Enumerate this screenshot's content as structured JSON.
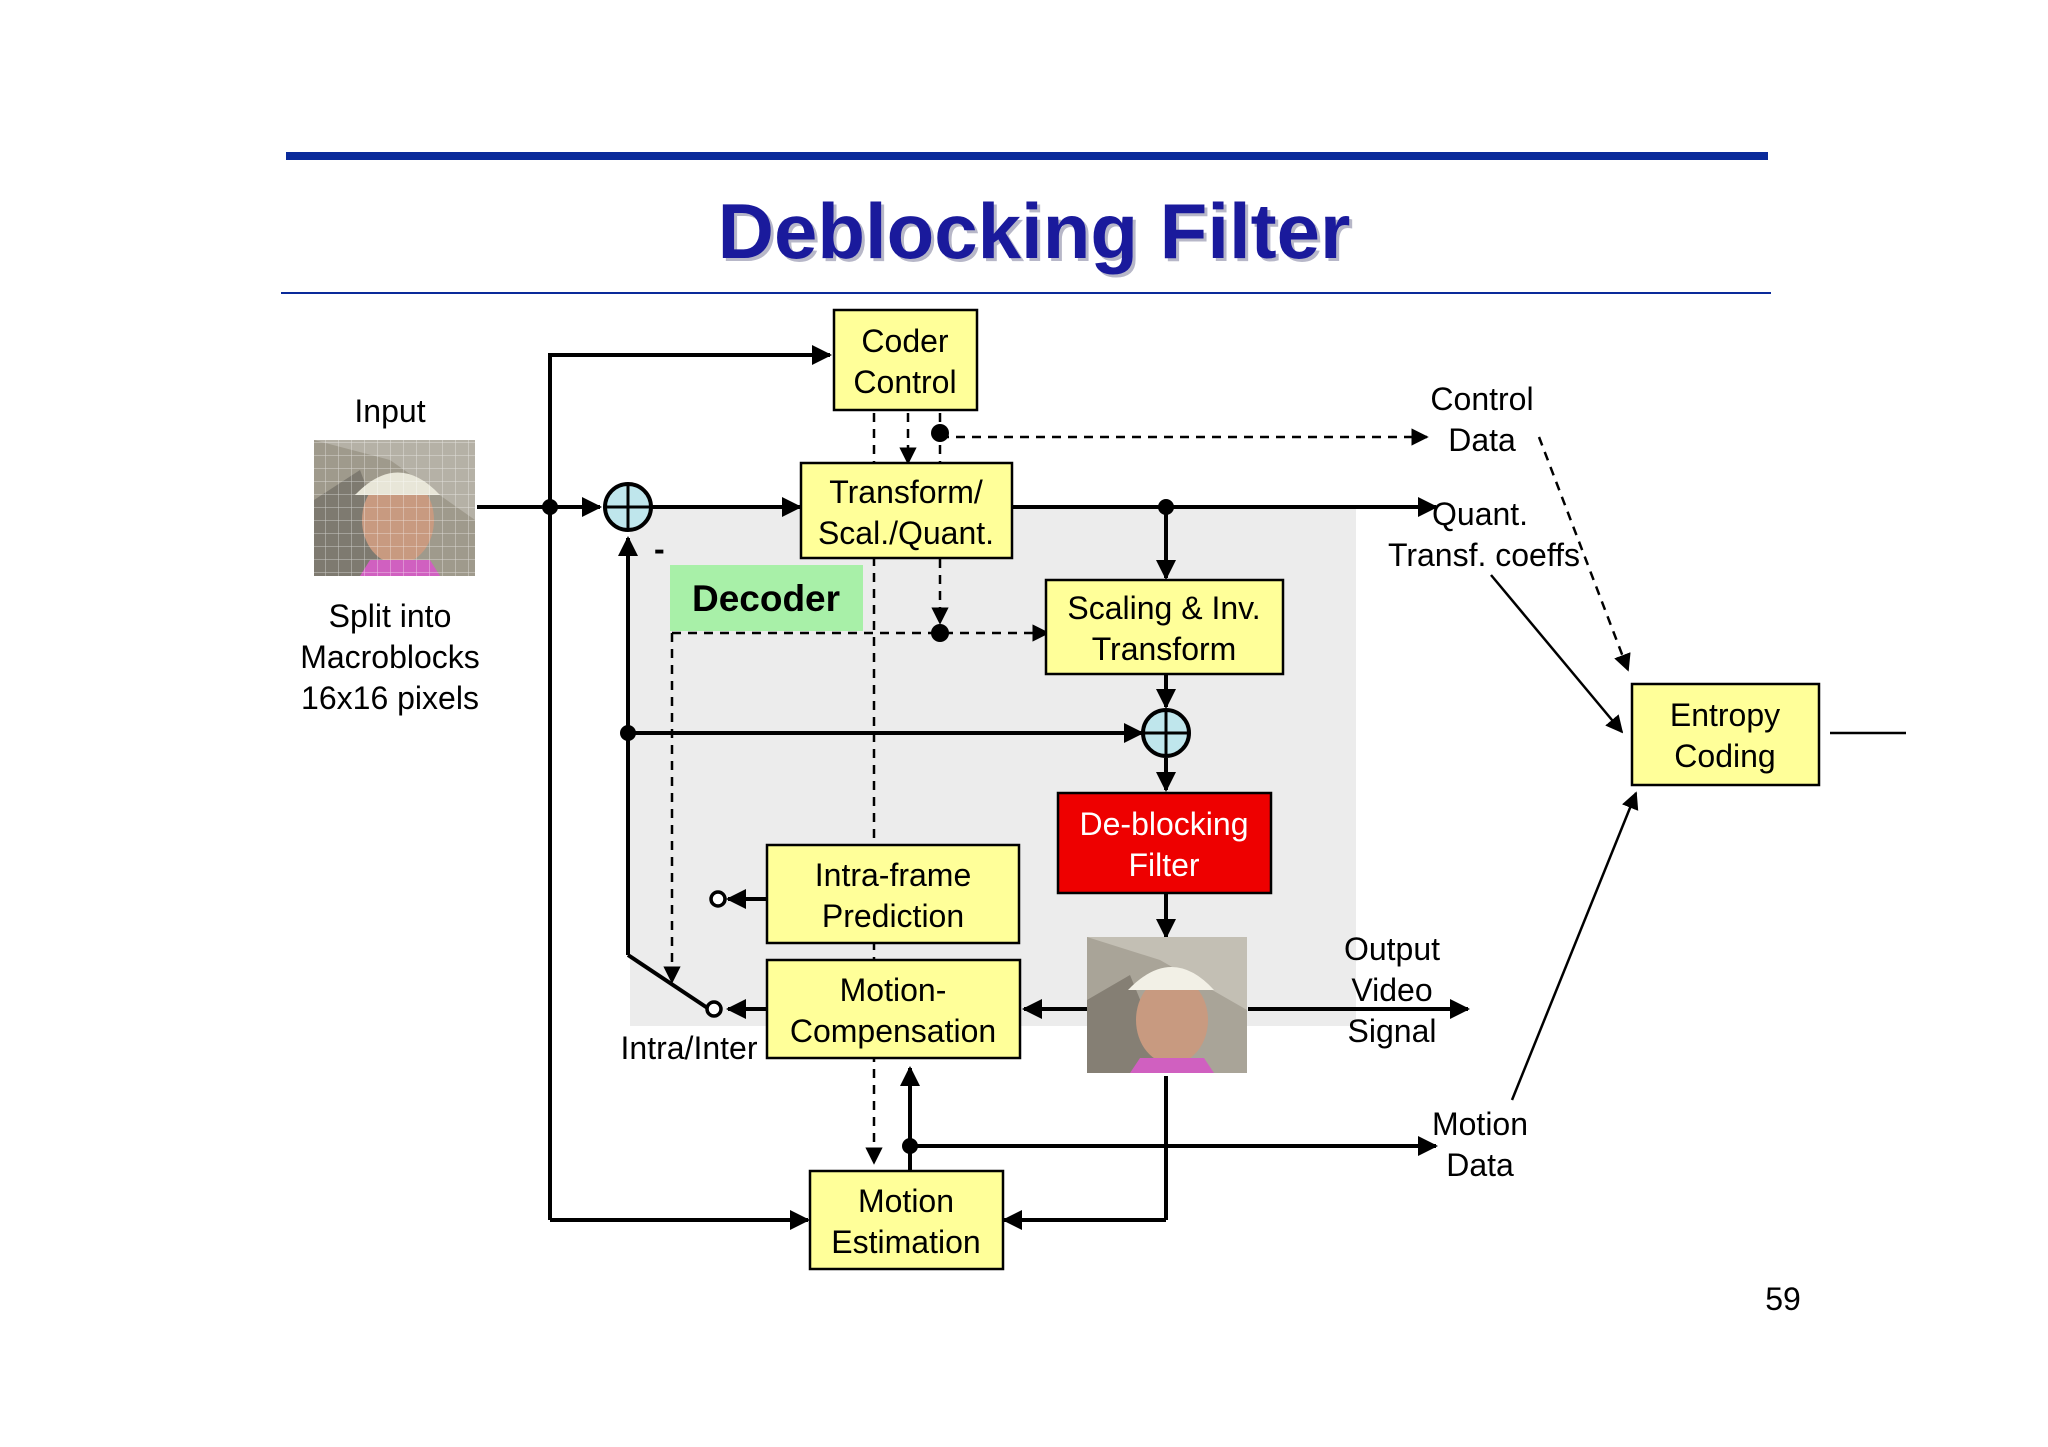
{
  "title": "Deblocking Filter",
  "page_number": "59",
  "colors": {
    "title": "#1a1a9c",
    "rule": "#0a2a9a",
    "box_fill": "#ffff99",
    "deblock_fill": "#ee0000",
    "decoder_fill": "#a8f0a8",
    "decoder_region": "#ececec",
    "adder_fill": "#bfe6ec"
  },
  "input": {
    "label": "Input",
    "caption": [
      "Split into",
      "Macroblocks",
      "16x16 pixels"
    ]
  },
  "blocks": {
    "coder_control": [
      "Coder",
      "Control"
    ],
    "transform": [
      "Transform/",
      "Scal./Quant."
    ],
    "decoder": "Decoder",
    "scaling": [
      "Scaling & Inv.",
      "Transform"
    ],
    "deblocking": [
      "De-blocking",
      "Filter"
    ],
    "intra": [
      "Intra-frame",
      "Prediction"
    ],
    "motion_comp": [
      "Motion-",
      "Compensation"
    ],
    "motion_est": [
      "Motion",
      "Estimation"
    ],
    "entropy": [
      "Entropy",
      "Coding"
    ]
  },
  "labels": {
    "control_data": [
      "Control",
      "Data"
    ],
    "quant_coeffs": [
      "Quant.",
      "Transf. coeffs"
    ],
    "output": [
      "Output",
      "Video",
      "Signal"
    ],
    "motion_data": [
      "Motion",
      "Data"
    ],
    "intra_inter": "Intra/Inter",
    "minus": "-"
  }
}
